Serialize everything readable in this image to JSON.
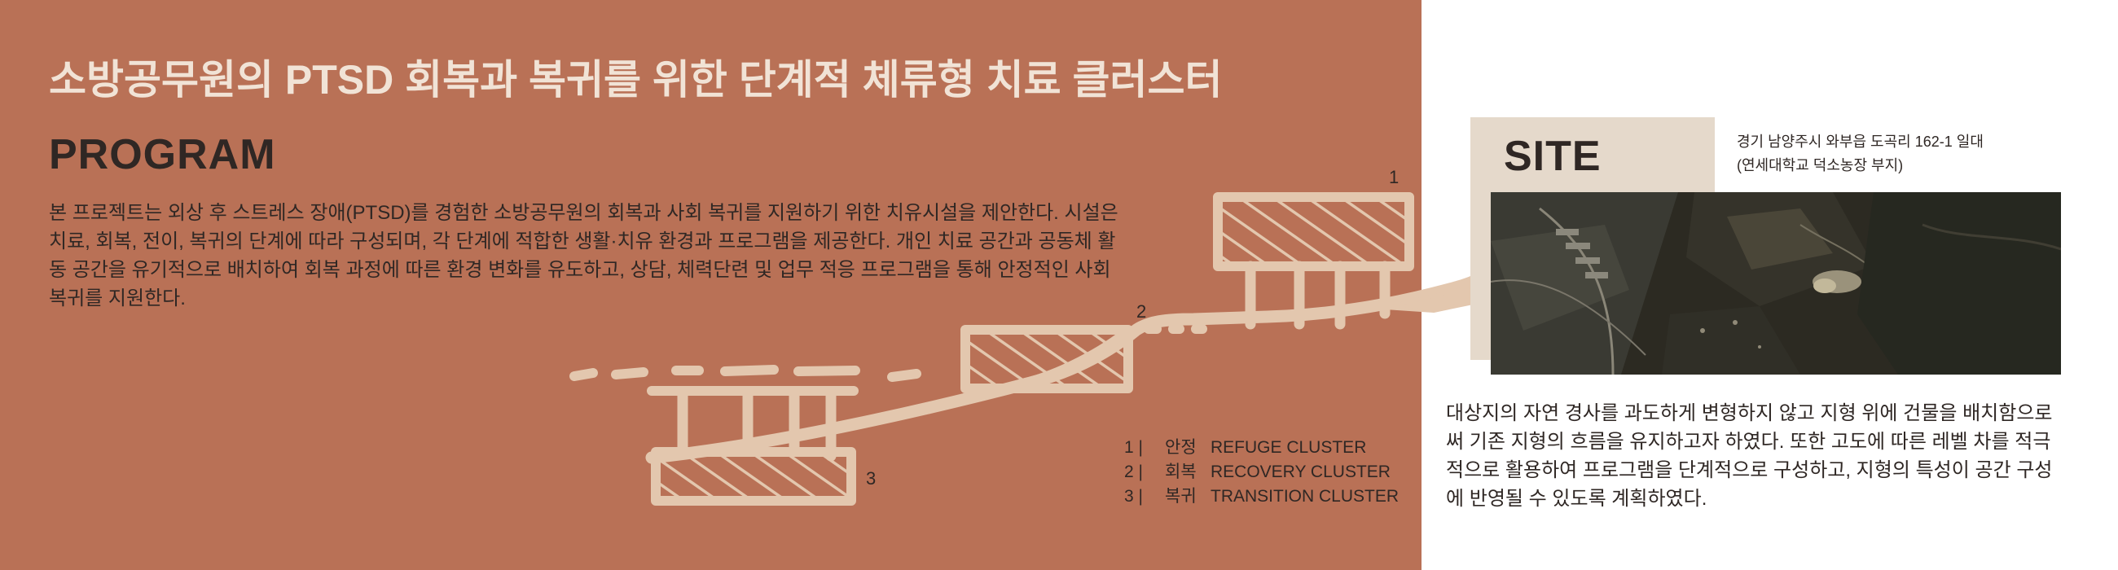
{
  "program": {
    "title": "소방공무원의 PTSD 회복과 복귀를 위한 단계적 체류형 치료 클러스터",
    "heading": "PROGRAM",
    "body": " 본 프로젝트는 외상 후 스트레스 장애(PTSD)를 경험한 소방공무원의 회복과 사회 복귀를 지원하기 위한 치유시설을 제안한다. 시설은 치료, 회복, 전이, 복귀의 단계에 따라 구성되며, 각 단계에 적합한 생활·치유 환경과 프로그램을 제공한다. 개인 치료 공간과 공동체 활동 공간을 유기적으로 배치하여 회복 과정에 따른 환경 변화를 유도하고, 상담, 체력단련 및 업무 적응 프로그램을 통해 안정적인 사회 복귀를 지원한다."
  },
  "diagram": {
    "numbers": [
      "1",
      "2",
      "3"
    ],
    "legend": [
      {
        "num": "1 |",
        "kr": "안정",
        "en": "REFUGE CLUSTER"
      },
      {
        "num": "2 |",
        "kr": "회복",
        "en": "RECOVERY CLUSTER"
      },
      {
        "num": "3 |",
        "kr": "복귀",
        "en": "TRANSITION CLUSTER"
      }
    ]
  },
  "site": {
    "heading": "SITE",
    "address_line1": "경기 남양주시 와부읍 도곡리 162-1 일대",
    "address_line2": "(연세대학교 덕소농장 부지)",
    "body": " 대상지의 자연 경사를 과도하게 변형하지 않고 지형 위에 건물을 배치함으로써 기존 지형의 흐름을 유지하고자 하였다. 또한 고도에 따른 레벨 차를 적극적으로 활용하여 프로그램을 단계적으로 구성하고, 지형의 특성이 공간 구성에 반영될 수 있도록 계획하였다."
  },
  "colors": {
    "terracotta": "#b97156",
    "sketch": "#e3c7ae",
    "dark_text": "#2f2724",
    "site_block": "#e5d9cb"
  }
}
